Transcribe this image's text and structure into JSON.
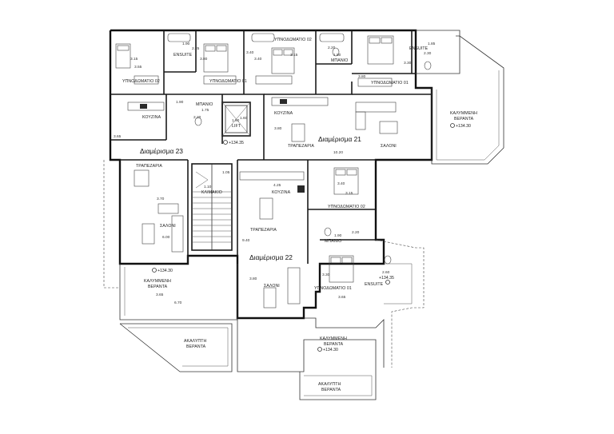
{
  "apartments": {
    "a21": "Διαμέρισμα 21",
    "a22": "Διαμέρισμα 22",
    "a23": "Διαμέρισμα 23"
  },
  "rooms": {
    "bed02_top_left": "ΥΠΝΟΔΩΜΑΤΙΟ 02",
    "bed01_top_left": "ΥΠΝΟΔΩΜΑΤΙΟ 01",
    "ensuite_top_left": "ENSUITE",
    "bed02_top_mid": "ΥΠΝΟΔΩΜΑΤΙΟ 02",
    "bath_top_mid": "ΜΠΑΝΙΟ",
    "ensuite_top_right": "ENSUITE",
    "bed01_top_right": "ΥΠΝΟΔΩΜΑΤΙΟ 01",
    "bath_a23": "ΜΠΑΝΙΟ",
    "kitchen_a23": "ΚΟΥΖΙΝΑ",
    "lift": "LIFT",
    "kitchen_a21": "ΚΟΥΖΙΝΑ",
    "dining_a21": "ΤΡΑΠΕΖΑΡΙΑ",
    "living_a21": "ΣΑΛΟΝΙ",
    "covered_veranda_right_1": "ΚΑΛΥΜΜΕΝΗ",
    "covered_veranda_right_2": "ΒΕΡΑΝΤΑ",
    "dining_a23": "ΤΡΑΠΕΖΑΡΙΑ",
    "stair_hall": "ΚΛΙΜΑΚΙΟ",
    "living_a23": "ΣΑΛΟΝΙ",
    "kitchen_a22": "ΚΟΥΖΙΝΑ",
    "dining_a22": "ΤΡΑΠΕΖΑΡΙΑ",
    "bed02_a22": "ΥΠΝΟΔΩΜΑΤΙΟ 02",
    "bath_a22": "ΜΠΑΝΙΟ",
    "bed01_a22": "ΥΠΝΟΔΩΜΑΤΙΟ 01",
    "ensuite_a22": "ENSUITE",
    "living_a22": "ΣΑΛΟΝΙ",
    "covered_veranda_left_1": "ΚΑΛΥΜΜΕΝΗ",
    "covered_veranda_left_2": "ΒΕΡΑΝΤΑ",
    "uncovered_veranda_left_1": "ΑΚΑΛΥΠΤΗ",
    "uncovered_veranda_left_2": "ΒΕΡΑΝΤΑ",
    "covered_veranda_bottom_1": "ΚΑΛΥΜΜΕΝΗ",
    "covered_veranda_bottom_2": "ΒΕΡΑΝΤΑ",
    "uncovered_veranda_bottom_1": "ΑΚΑΛΥΠΤΗ",
    "uncovered_veranda_bottom_2": "ΒΕΡΑΝΤΑ"
  },
  "levels": {
    "lvl_top_right": "+134.30",
    "lvl_a21": "+134.35",
    "lvl_a23": "+134.30",
    "lvl_a22_ensuite": "+134.35",
    "lvl_bottom": "+134.30"
  },
  "dims": {
    "d1": "1.90",
    "d2": "2.25",
    "d3": "3.15",
    "d4": "3.55",
    "d5": "3.80",
    "d6": "3.40",
    "d7": "3.40",
    "d8": "3.15",
    "d9": "2.20",
    "d10": "1.50",
    "d11": "1.85",
    "d12": "2.30",
    "d13": "3.30",
    "d14": "3.80",
    "d15": "1.75",
    "d16": "2.20",
    "d17": "1.60",
    "d18": "1.90",
    "d19": "3.65",
    "d20": "3.80",
    "d21": "10.20",
    "d22": "1.10",
    "d23": "1.05",
    "d24": "3.70",
    "d25": "6.00",
    "d26": "4.25",
    "d27": "3.40",
    "d28": "3.15",
    "d29": "2.20",
    "d30": "1.90",
    "d31": "9.40",
    "d32": "3.30",
    "d33": "2.60",
    "d34": "3.65",
    "d35": "3.80",
    "d36": "3.65",
    "d37": "6.70",
    "d38": "1.90"
  }
}
